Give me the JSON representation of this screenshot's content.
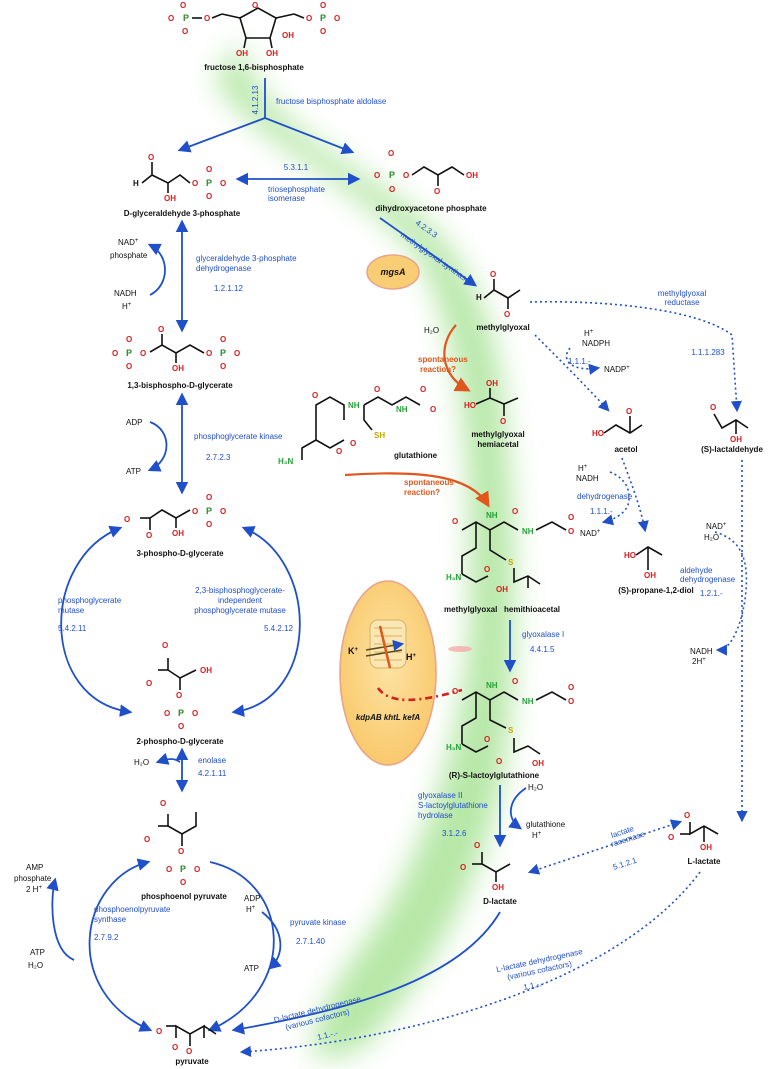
{
  "compounds": {
    "fbp": "fructose 1,6-bisphosphate",
    "g3p": "D-glyceraldehyde 3-phosphate",
    "dhap": "dihydroxyacetone phosphate",
    "bpg": "1,3-bisphospho-D-glycerate",
    "pg3": "3-phospho-D-glycerate",
    "pg2": "2-phospho-D-glycerate",
    "pep": "phosphoenol pyruvate",
    "pyruvate": "pyruvate",
    "methylglyoxal": "methylglyoxal",
    "hemiacetal_1": "methylglyoxal",
    "hemiacetal_2": "hemiacetal",
    "glutathione": "glutathione",
    "hemithio_1": "methylglyoxal",
    "hemithio_2": "hemithioacetal",
    "lactoylglut": "(R)-S-lactoylglutathione",
    "dlactate": "D-lactate",
    "llactate": "L-lactate",
    "acetol": "acetol",
    "propanediol": "(S)-propane-1,2-diol",
    "lactaldehyde": "(S)-lactaldehyde"
  },
  "enzymes": {
    "aldolase": "fructose bisphosphate aldolase",
    "aldolase_ec": "4.1.2.13",
    "tpi_ec": "5.3.1.1",
    "tpi_1": "triosephosphate",
    "tpi_2": "isomerase",
    "gapdh_1": "glyceraldehyde 3-phosphate",
    "gapdh_2": "dehydrogenase",
    "gapdh_ec": "1.2.1.12",
    "pgk": "phosphoglycerate kinase",
    "pgk_ec": "2.7.2.3",
    "pgm_1": "phosphoglycerate",
    "pgm_2": "mutase",
    "pgm_ec": "5.4.2.11",
    "ipgm_1": "2,3-bisphosphoglycerate-",
    "ipgm_2": "independent",
    "ipgm_3": "phosphoglycerate mutase",
    "ipgm_ec": "5.4.2.12",
    "enolase": "enolase",
    "enolase_ec": "4.2.1.11",
    "pps_1": "phosphoenolpyruvate",
    "pps_2": "synthase",
    "pps_ec": "2.7.9.2",
    "pyk": "pyruvate kinase",
    "pyk_ec": "2.7.1.40",
    "mgs_ec": "4.2.3.3",
    "mgs": "methylglyoxal synthase",
    "mgsa": "mgsA",
    "mgr_1": "methylglyoxal",
    "mgr_2": "reductase",
    "mgr_ec": "1.1.1.283",
    "red_ec": "1.1.1.-",
    "dh": "dehydrogenase",
    "dh_ec": "1.1.1.-",
    "ald_1": "aldehyde",
    "ald_2": "dehydrogenase",
    "ald_ec": "1.2.1.-",
    "glo1": "glyoxalase I",
    "glo1_ec": "4.4.1.5",
    "glo2_1": "glyoxalase II",
    "glo2_2": "S-lactoylglutathione",
    "glo2_3": "hydrolase",
    "glo2_ec": "3.1.2.6",
    "rac_1": "lactate",
    "rac_2": "racemase",
    "rac_ec": "5.1.2.1",
    "ldhl_1": "L-lactate dehydrogenase",
    "ldhl_2": "(various cofactors)",
    "ldhl_ec": "1.1.-.-",
    "ldhd_1": "D-lactate dehydrogenase",
    "ldhd_2": "(various cofactors)",
    "ldhd_ec": "1.1.-.-"
  },
  "cofactors": {
    "nad": "NAD",
    "phosphate": "phosphate",
    "nadh": "NADH",
    "h": "H",
    "adp": "ADP",
    "atp": "ATP",
    "h2o": "H₂O",
    "amp": "AMP",
    "twoh": "2 H",
    "nadph": "NADPH",
    "nadp": "NADP",
    "twoh2": "2H",
    "glutathione": "glutathione"
  },
  "spontaneous": {
    "line1": "spontaneous",
    "line2": "reaction?"
  },
  "transport": {
    "k": "K",
    "h": "H",
    "genes": "kdpAB khtL kefA"
  },
  "colors": {
    "enzyme_blue": "#1f4fc9",
    "spontaneous_orange": "#e0561c",
    "highlight_green": "#9fe08a",
    "oxygen_red": "#d61f1f",
    "phosphorus_green": "#2b8a2b",
    "nitrogen_green": "#27a33a",
    "sulfur_yellow": "#c9a400",
    "membrane_fill": "#f9cd74"
  },
  "icons": [
    "lipid-bilayer-icon",
    "transporter-icon"
  ]
}
